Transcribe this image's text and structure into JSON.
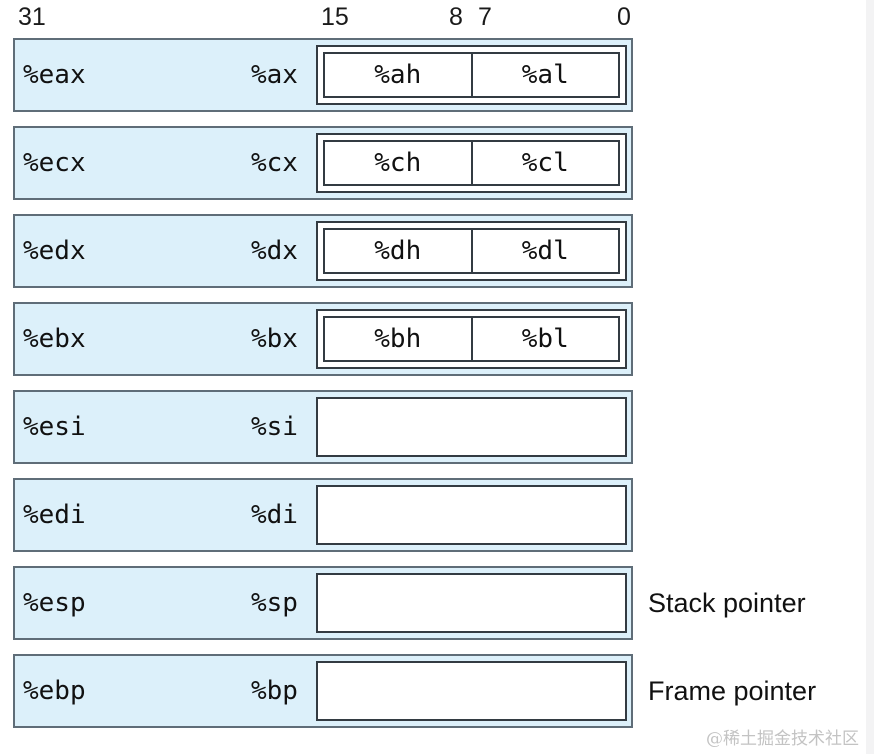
{
  "bit_positions": {
    "b31": "31",
    "b15": "15",
    "b8": "8",
    "b7": "7",
    "b0": "0"
  },
  "registers": [
    {
      "name32": "%eax",
      "name16": "%ax",
      "high8": "%ah",
      "low8": "%al"
    },
    {
      "name32": "%ecx",
      "name16": "%cx",
      "high8": "%ch",
      "low8": "%cl"
    },
    {
      "name32": "%edx",
      "name16": "%dx",
      "high8": "%dh",
      "low8": "%dl"
    },
    {
      "name32": "%ebx",
      "name16": "%bx",
      "high8": "%bh",
      "low8": "%bl"
    },
    {
      "name32": "%esi",
      "name16": "%si"
    },
    {
      "name32": "%edi",
      "name16": "%di"
    },
    {
      "name32": "%esp",
      "name16": "%sp",
      "note": "Stack pointer"
    },
    {
      "name32": "%ebp",
      "name16": "%bp",
      "note": "Frame pointer"
    }
  ],
  "watermark": "@稀土掘金技术社区",
  "colors": {
    "register_fill": "#dcf0fa",
    "register_border": "#5f6d78",
    "box_border": "#333b42"
  }
}
